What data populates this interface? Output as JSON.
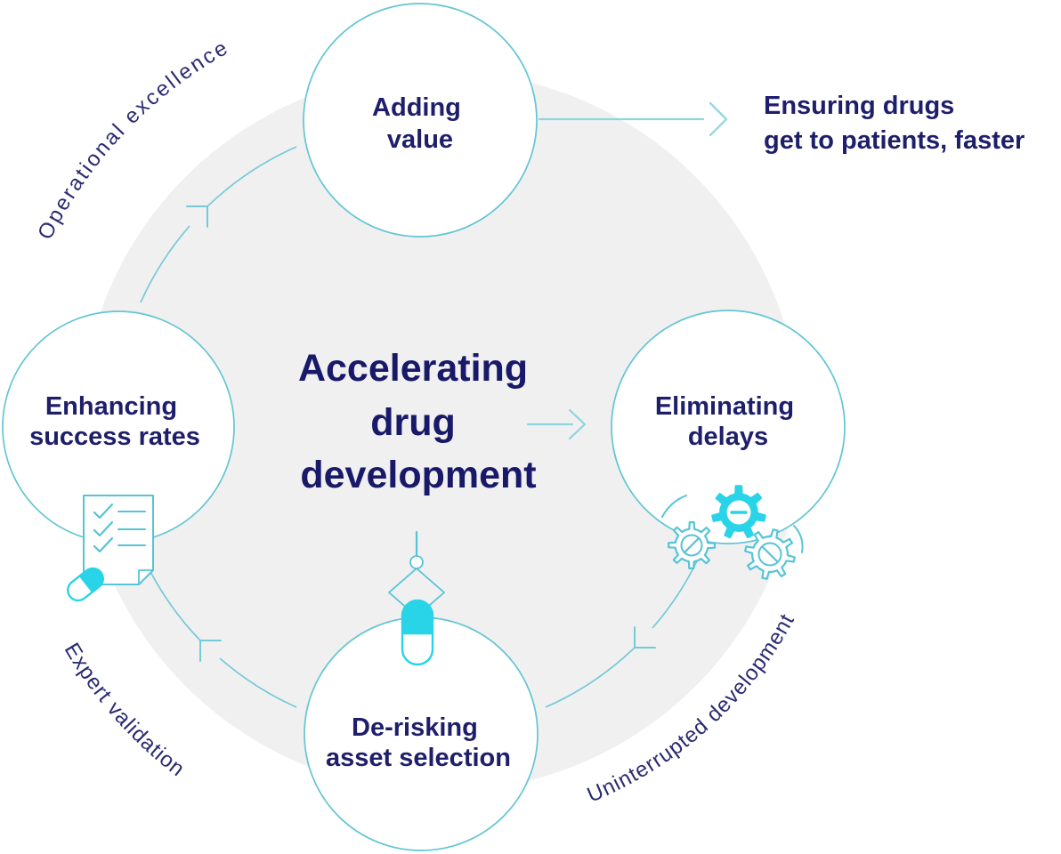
{
  "diagram_title": "Accelerating drug development",
  "center": {
    "line1": "Accelerating",
    "line2": "drug",
    "line3": "development"
  },
  "nodes": {
    "top": {
      "line1": "Adding",
      "line2": "value"
    },
    "right": {
      "line1": "Eliminating",
      "line2": "delays"
    },
    "bottom": {
      "line1": "De-risking",
      "line2": "asset selection"
    },
    "left": {
      "line1": "Enhancing",
      "line2": "success rates"
    }
  },
  "arc_labels": {
    "top_left": "Operational excellence",
    "bottom_left": "Expert validation",
    "bottom_right": "Uninterrupted development"
  },
  "outcome": {
    "line1": "Ensuring drugs",
    "line2": "get to patients, faster"
  },
  "icons": {
    "left_node": "checklist-document-with-pill-icon",
    "right_node": "gears-icon",
    "bottom_node": "claw-lifting-pill-icon"
  },
  "colors": {
    "navy_text": "#1e1e6b",
    "heading_navy": "#191969",
    "teal_circle_stroke": "#63c5d3",
    "ring_teal": "#74cad7",
    "light_teal_arrow": "#8ed5de",
    "icon_teal": "#55c4d6",
    "cyan_accent": "#29d3e8",
    "background_circle_gray": "#f0f0f1",
    "page_background": "#ffffff"
  }
}
